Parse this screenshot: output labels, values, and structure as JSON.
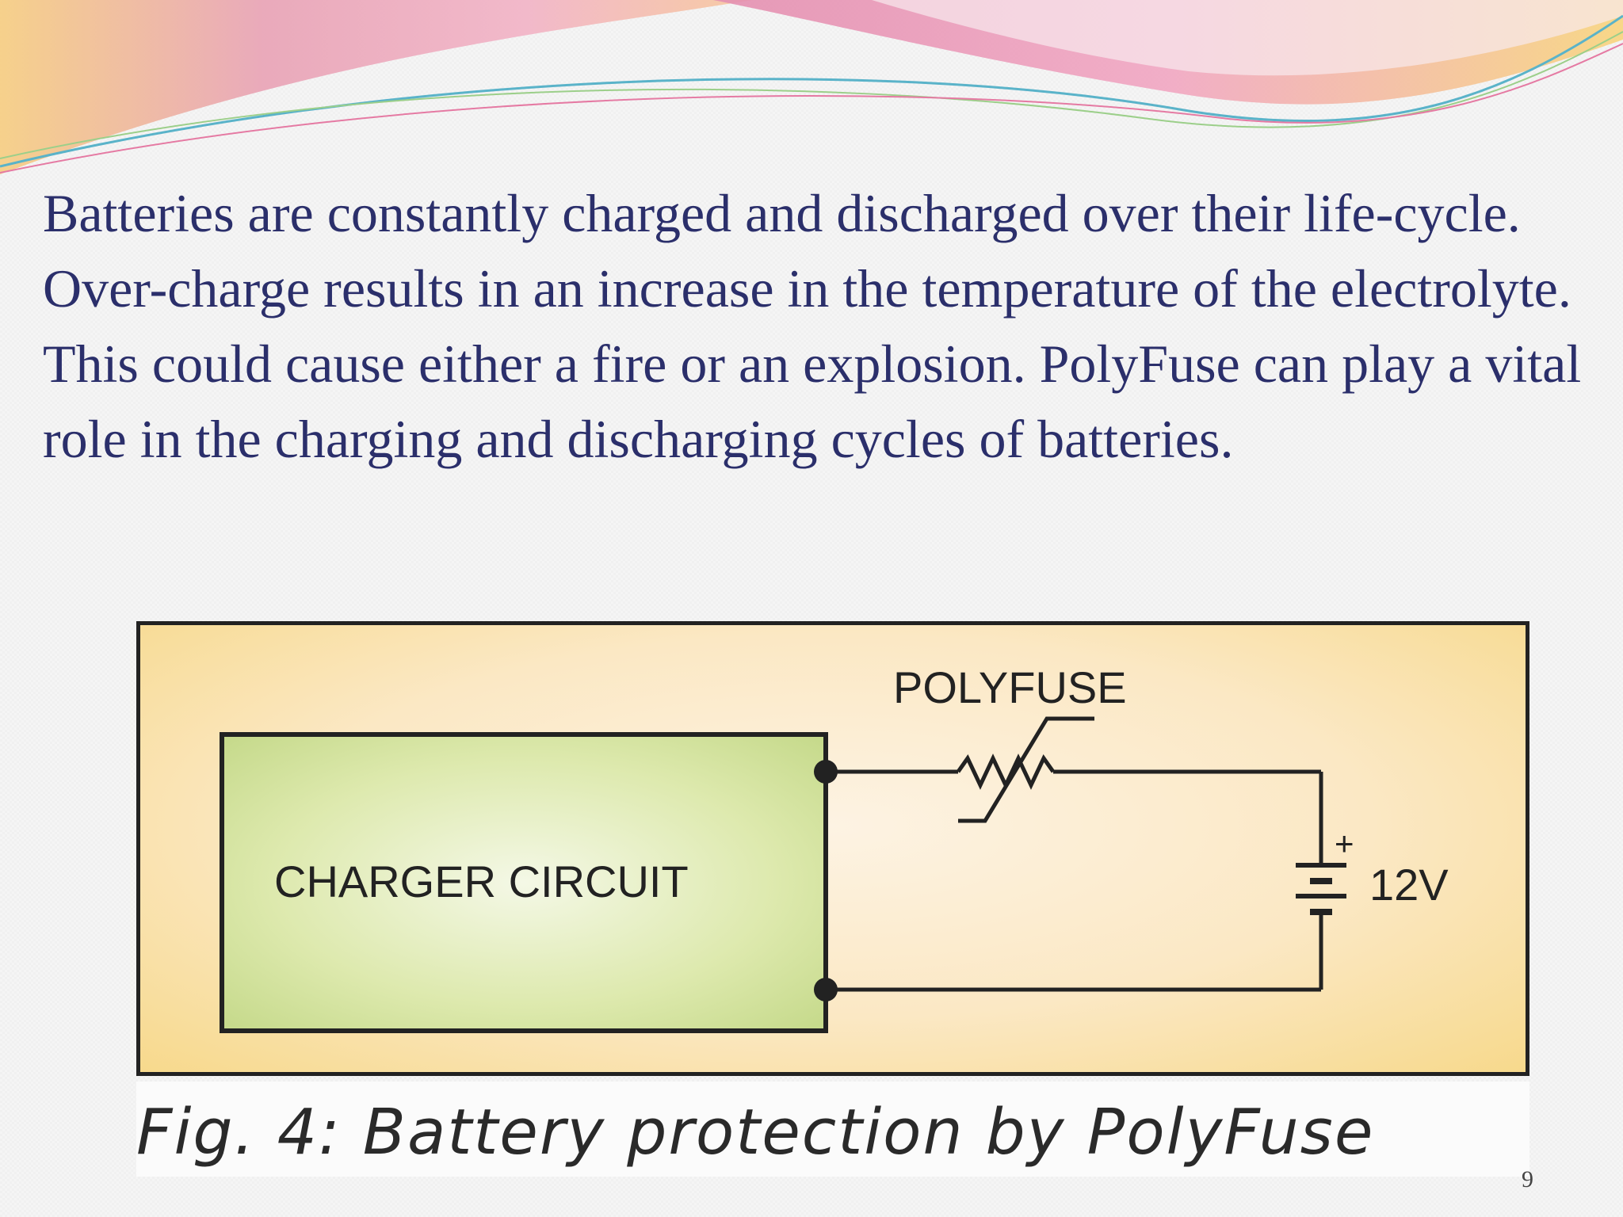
{
  "slide": {
    "body_text": "Batteries are constantly charged and discharged over their life-cycle. Over-charge results in an increase in the temperature of the electrolyte. This could cause either a fire or an explosion. PolyFuse can play a vital role in the charging and discharging cycles of batteries.",
    "page_number": "9"
  },
  "figure": {
    "charger_label": "CHARGER CIRCUIT",
    "polyfuse_label": "POLYFUSE",
    "battery_plus": "+",
    "battery_voltage": "12V",
    "caption": "Fig. 4: Battery protection by PolyFuse"
  },
  "colors": {
    "text": "#2b2f6b",
    "charger_fill": "#dbe8a8",
    "frame_fill": "#fbe8c4",
    "header_pink": "#f3a7bf",
    "header_yellow": "#f8d47c"
  }
}
